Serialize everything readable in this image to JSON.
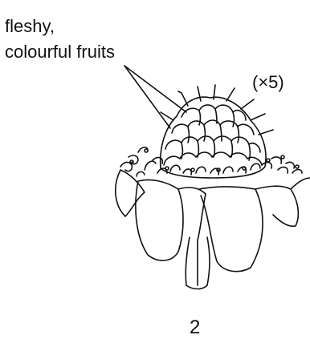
{
  "figure": {
    "label_line_1": "fleshy,",
    "label_line_2": "colourful fruits",
    "magnification": "(×5)",
    "figure_number": "2"
  },
  "colors": {
    "ink": "#111111",
    "background": "#ffffff"
  }
}
